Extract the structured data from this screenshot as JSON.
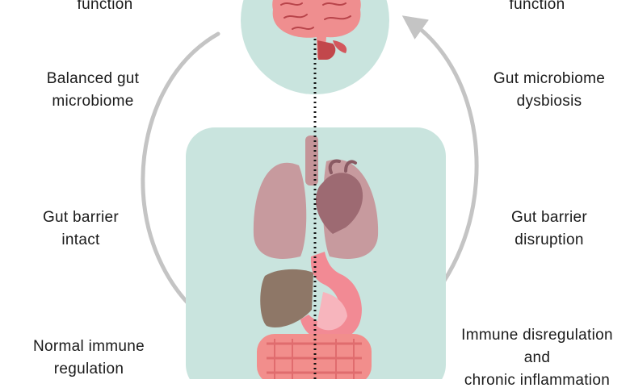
{
  "left": {
    "top": "function",
    "microbiome": [
      "Balanced gut",
      "microbiome"
    ],
    "barrier": [
      "Gut barrier",
      "intact"
    ],
    "immune": [
      "Normal immune",
      "regulation"
    ]
  },
  "right": {
    "top": "function",
    "microbiome": [
      "Gut microbiome",
      "dysbiosis"
    ],
    "barrier": [
      "Gut barrier",
      "disruption"
    ],
    "immune": [
      "Immune disregulation",
      "and",
      "chronic inflammation"
    ]
  },
  "colors": {
    "panel": "#c9e4de",
    "brain": "#ef8e8f",
    "brain_dark": "#c2474b",
    "lung": "#c79a9e",
    "heart": "#9d6a72",
    "liver": "#8e7767",
    "stomach": "#f28a94",
    "intestine": "#f28e8c",
    "arrow": "#c4c4c4",
    "axis": "#111111"
  }
}
